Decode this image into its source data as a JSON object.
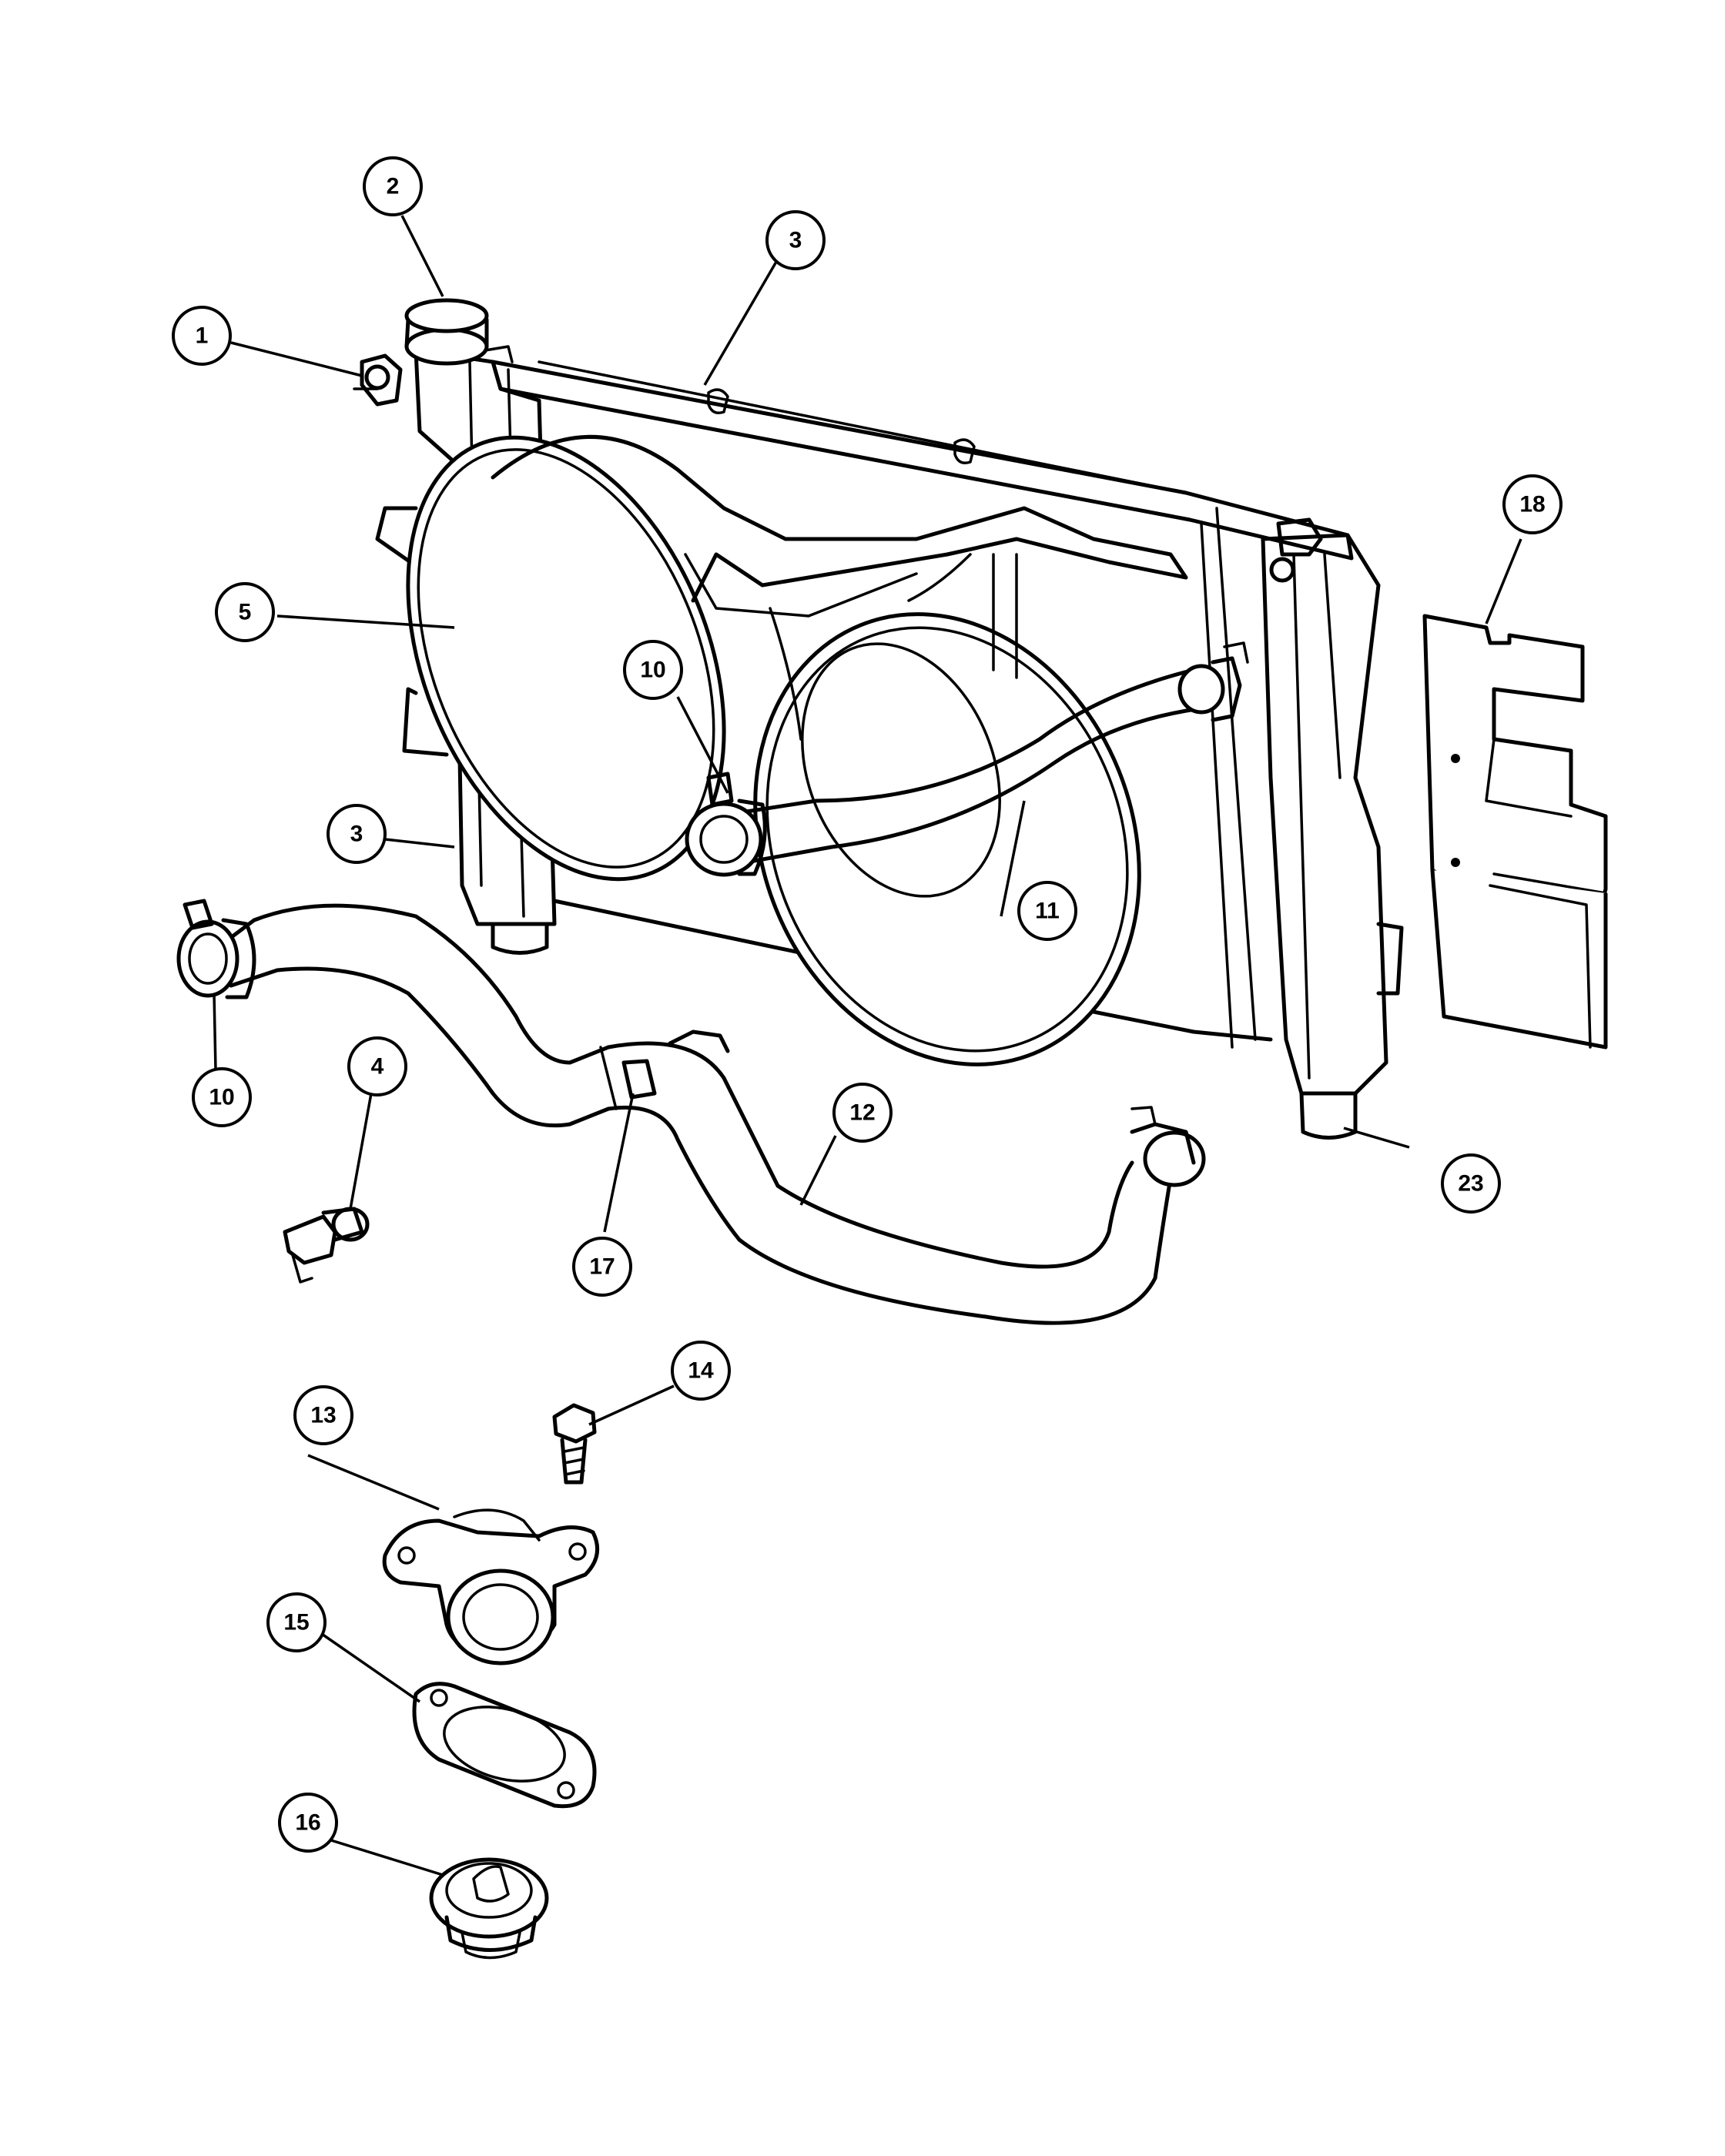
{
  "callouts": [
    {
      "id": "c1",
      "label": "1"
    },
    {
      "id": "c2",
      "label": "2"
    },
    {
      "id": "c3a",
      "label": "3"
    },
    {
      "id": "c3b",
      "label": "3"
    },
    {
      "id": "c5",
      "label": "5"
    },
    {
      "id": "c10a",
      "label": "10"
    },
    {
      "id": "c10b",
      "label": "10"
    },
    {
      "id": "c4",
      "label": "4"
    },
    {
      "id": "c11",
      "label": "11"
    },
    {
      "id": "c12",
      "label": "12"
    },
    {
      "id": "c17",
      "label": "17"
    },
    {
      "id": "c14",
      "label": "14"
    },
    {
      "id": "c13",
      "label": "13"
    },
    {
      "id": "c15",
      "label": "15"
    },
    {
      "id": "c16",
      "label": "16"
    },
    {
      "id": "c18",
      "label": "18"
    },
    {
      "id": "c23",
      "label": "23"
    }
  ]
}
